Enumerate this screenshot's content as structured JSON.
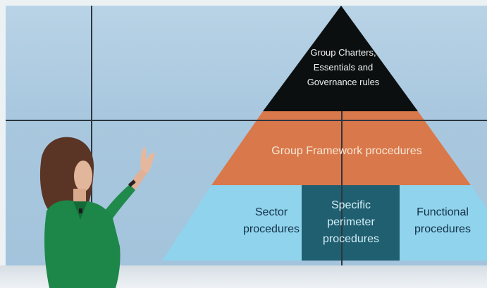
{
  "pyramid": {
    "apex_lines": [
      "Group Charters,",
      "Essentials and",
      "Governance rules"
    ],
    "middle_label": "Group Framework procedures",
    "base": {
      "left_lines": [
        "Sector",
        "procedures"
      ],
      "center_lines": [
        "Specific",
        "perimeter",
        "procedures"
      ],
      "right_lines": [
        "Functional",
        "procedures"
      ]
    }
  },
  "colors": {
    "apex": "#0b0f10",
    "middle": "#d9784a",
    "base_sides": "#8fd3ec",
    "base_center": "#1f5f70"
  }
}
